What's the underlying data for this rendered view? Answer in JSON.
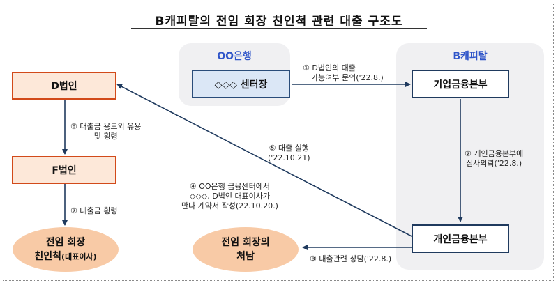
{
  "title": "B캐피탈의 전임 회장 친인척 관련 대출 구조도",
  "panels": {
    "bank": {
      "label": "OO은행"
    },
    "capital": {
      "label": "B캐피탈"
    }
  },
  "boxes": {
    "d_corp": "D법인",
    "f_corp": "F법인",
    "center_head": "◇◇◇ 센터장",
    "corp_finance": "기업금융본부",
    "personal_finance": "개인금융본부"
  },
  "ovals": {
    "relative_main": "전임 회장",
    "relative_sub_prefix": "친인척",
    "relative_sub_suffix": "(대표이사)",
    "spouse_line1": "전임 회장의",
    "spouse_line2": "처남"
  },
  "labels": {
    "step1_line1": "① D법인의 대출",
    "step1_line2": "가능여부 문의('22.8.)",
    "step2_line1": "② 개인금융본부에",
    "step2_line2": "심사의뢰('22.8.)",
    "step3": "③ 대출관련 상담('22.8.)",
    "step4_line1": "④ OO은행 금융센터에서",
    "step4_line2": "◇◇◇, D법인 대표이사가",
    "step4_line3": "만나 계약서 작성(22.10.20.)",
    "step5_line1": "⑤ 대출 실행",
    "step5_line2": "('22.10.21)",
    "step6_line1": "⑥ 대출금 용도외 유용",
    "step6_line2": "및 횡령",
    "step7": "⑦ 대출금  횡령"
  }
}
